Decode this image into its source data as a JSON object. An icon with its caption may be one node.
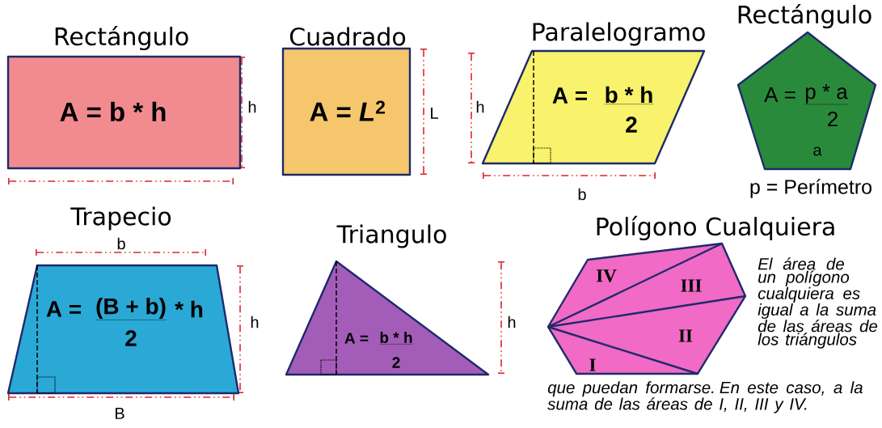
{
  "diagram": {
    "nodes": [
      {
        "text": [
          "Rectángulo",
          "A = b * h"
        ]
      },
      {
        "text": [
          "Cuadrado",
          "A = *L*$^{2}$"
        ]
      },
      {
        "text": [
          "Paralelogramo",
          "A =",
          "b * h",
          "2"
        ]
      },
      {
        "text": [
          "Rectángulo",
          "A =",
          "p * a",
          "2"
        ],
        "beside": [
          "p = Perímetro"
        ]
      },
      {
        "text": [
          "Trapecio",
          "A =",
          "(B + b)",
          "* h",
          "2"
        ]
      },
      {
        "text": [
          "Triangulo",
          "A =",
          "b * h",
          "2"
        ]
      },
      {
        "text": [
          "Polígono Cualquiera",
          "IV",
          "III",
          "II",
          "I"
        ]
      }
    ],
    "labels": [
      "h",
      "L",
      "h",
      "a",
      "b",
      "b",
      "h",
      "h",
      "B",
      "El área de un polígono cualquiera es igual a la suma de las áreas de los triángulos",
      "que puedan formarse. En este caso, a la suma de las áreas de I, II, III y IV."
    ]
  }
}
